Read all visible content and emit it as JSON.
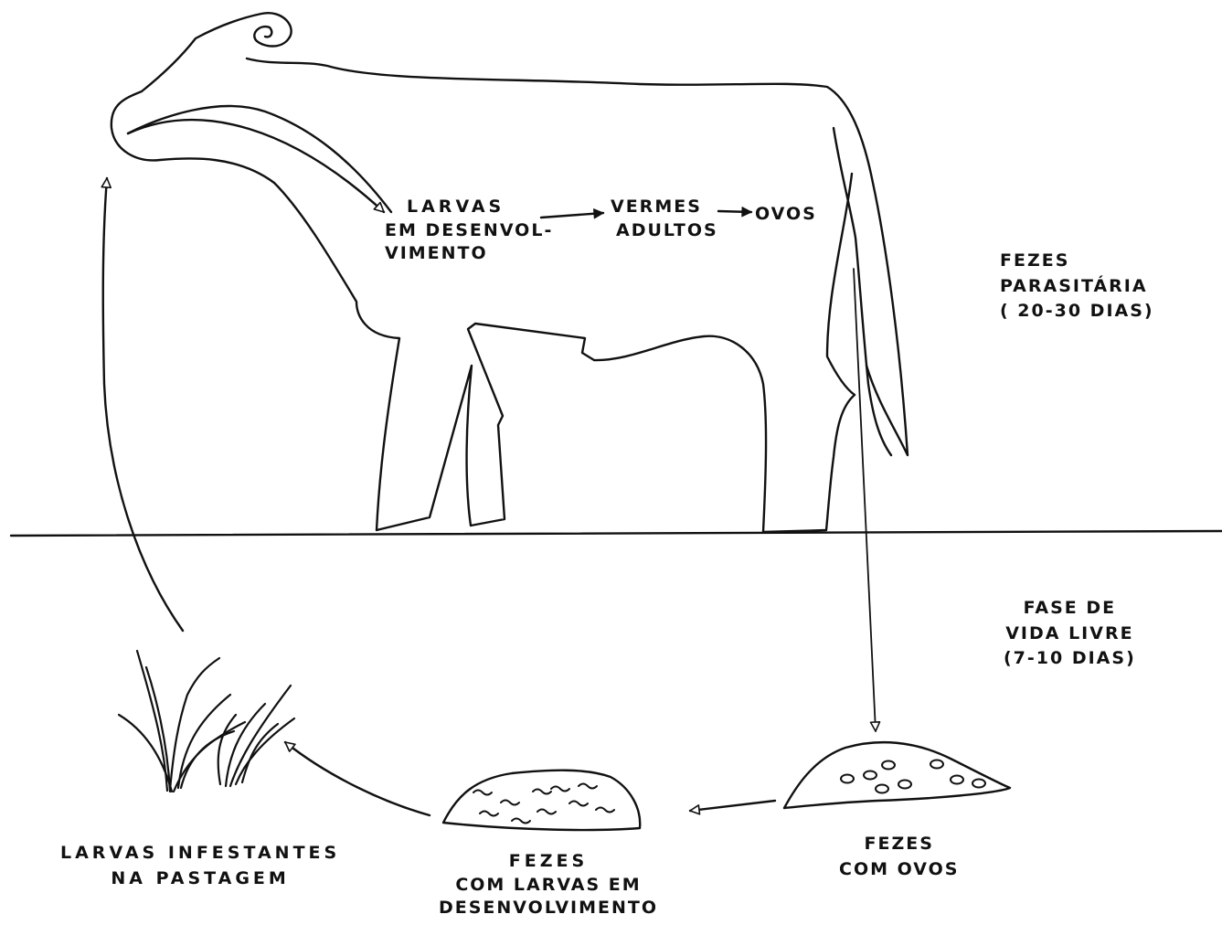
{
  "host_labels": {
    "larvae_developing": [
      "LARVAS",
      "EM DESENVOLVIMENTO"
    ],
    "larvae_developing_lines": [
      "LARVAS",
      "EM DESENVOL-",
      "VIMENTO"
    ],
    "adult_worms_lines": [
      "VERMES",
      "ADULTOS"
    ],
    "eggs": "OVOS"
  },
  "phases": {
    "parasitic": [
      "FEZES",
      "PARASITÁRIA",
      "( 20-30 DIAS)"
    ],
    "free_living": [
      "FASE DE",
      "VIDA LIVRE",
      "(7-10 DIAS)"
    ]
  },
  "ground_labels": {
    "feces_with_eggs": [
      "FEZES",
      "COM OVOS"
    ],
    "feces_with_larvae": [
      "FEZES",
      "COM LARVAS EM",
      "DESENVOLVIMENTO"
    ],
    "infective_larvae": [
      "LARVAS INFESTANTES",
      "NA PASTAGEM"
    ]
  },
  "colors": {
    "ink": "#111111",
    "background": "#ffffff"
  }
}
